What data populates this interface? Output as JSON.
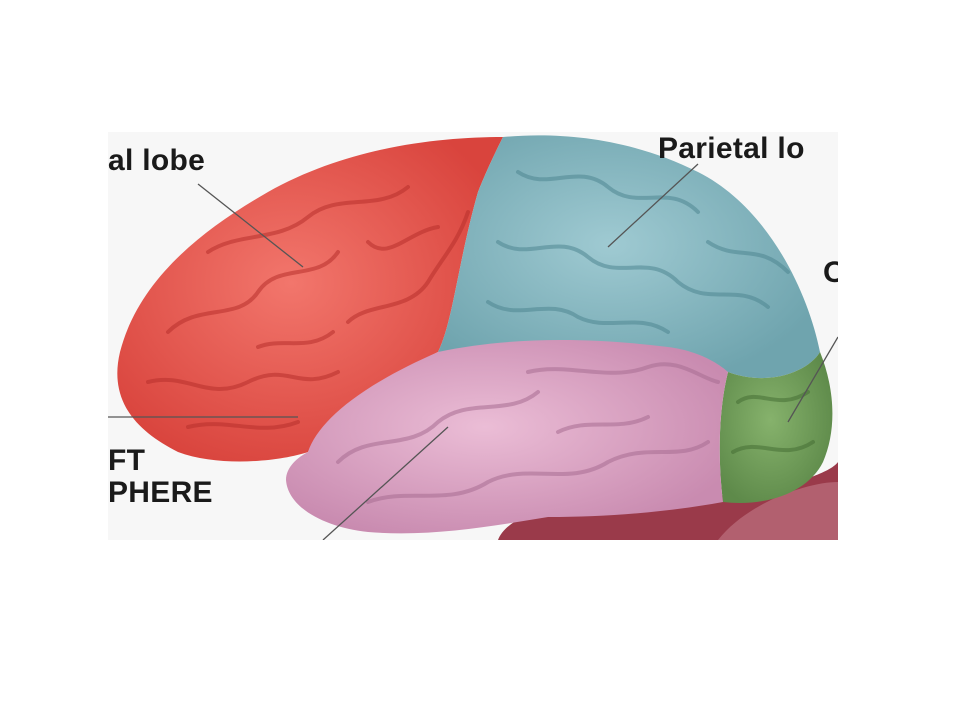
{
  "diagram": {
    "labels": {
      "frontal": "al lobe",
      "parietal": "Parietal lo",
      "occipital": "O",
      "hemisphere_line1": "FT",
      "hemisphere_line2": "PHERE"
    },
    "colors": {
      "background": "#ffffff",
      "panel": "#f7f7f7",
      "frontal_lobe": "#e8544c",
      "parietal_lobe": "#7fb4bd",
      "temporal_lobe": "#d9a2c0",
      "occipital_lobe": "#6f9a58",
      "cerebellum": "#9a3a4a",
      "leader_line": "#555555",
      "text": "#1a1a1a"
    }
  }
}
